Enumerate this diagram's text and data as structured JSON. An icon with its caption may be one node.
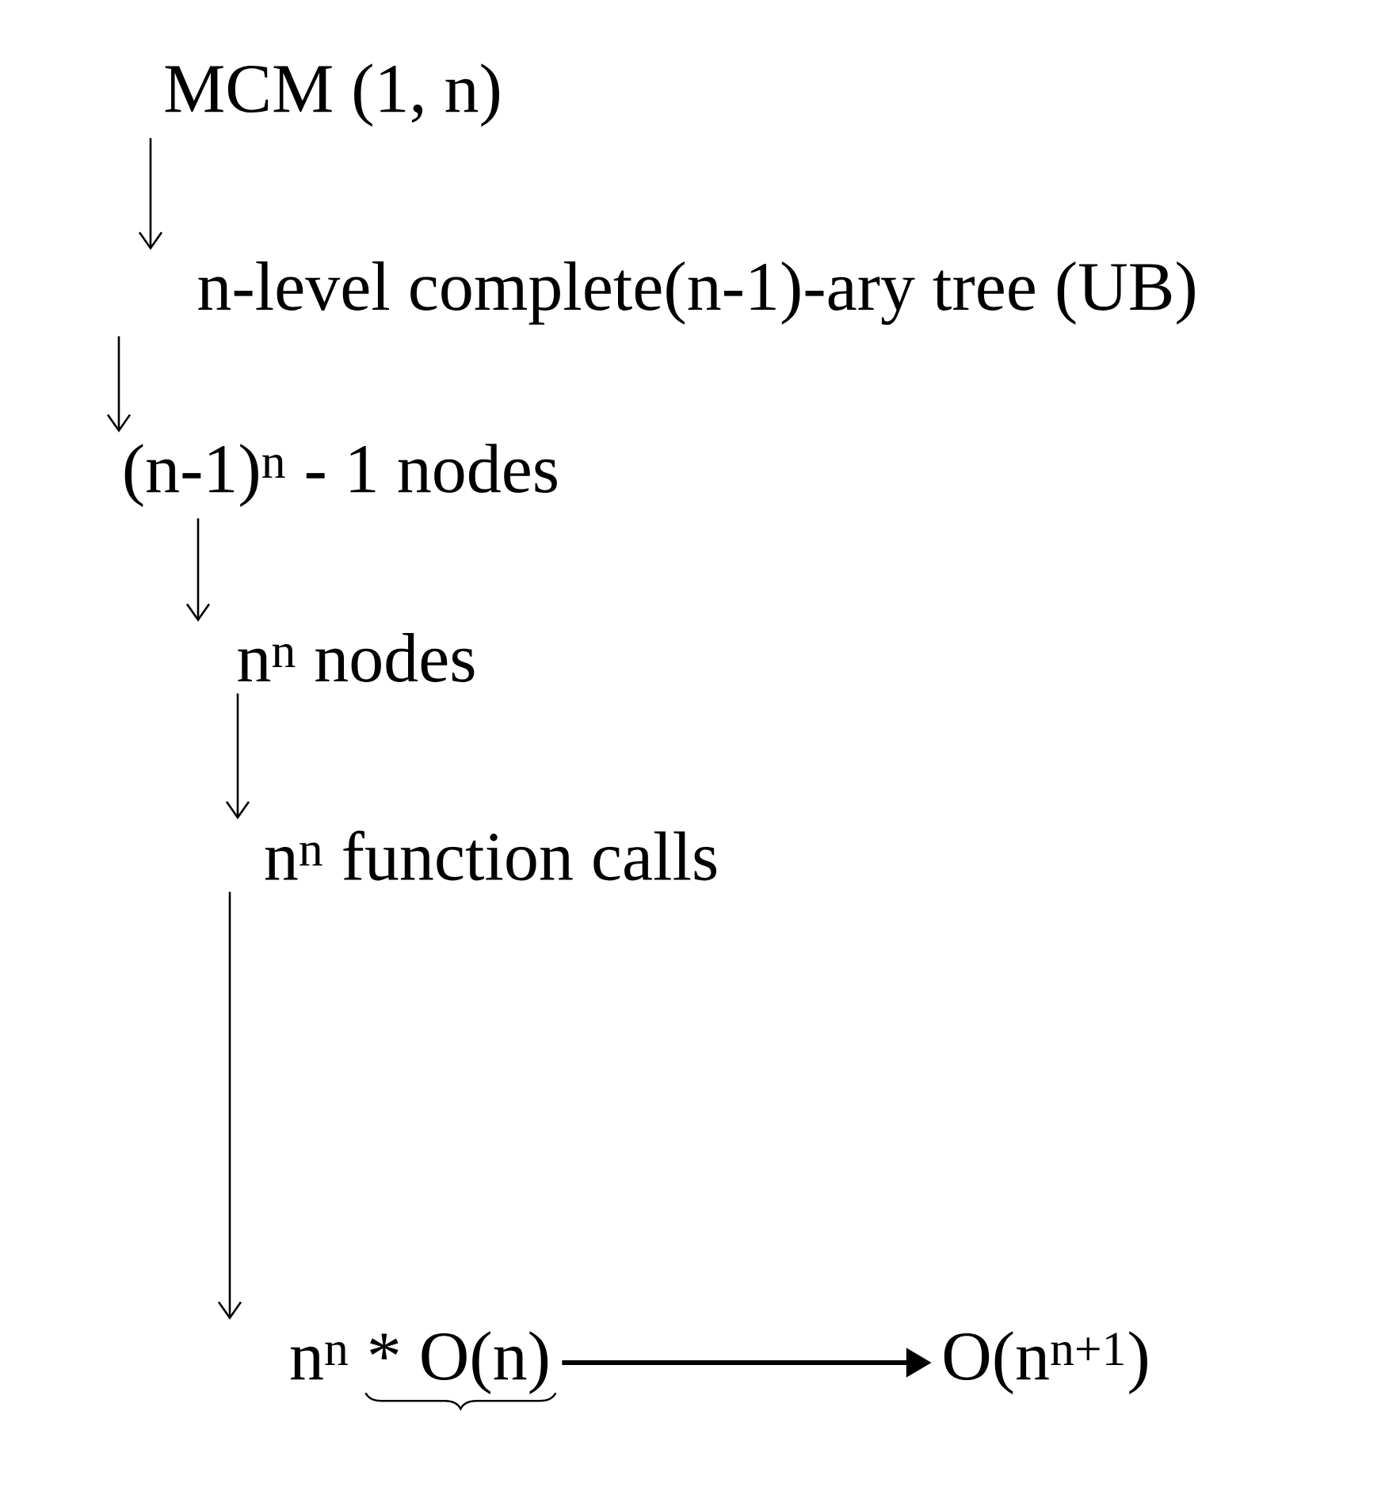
{
  "diagram": {
    "nodes": [
      {
        "text": [
          "MCM (1, n)"
        ]
      },
      {
        "text": [
          "n-level complete(n-1)-ary tree (UB)"
        ]
      },
      {
        "text": [
          "(n-1)$^{n}$ - 1 nodes"
        ]
      },
      {
        "text": [
          "n$^{n}$ nodes"
        ]
      },
      {
        "text": [
          "n$^{n}$ function calls"
        ]
      },
      {
        "text": [
          "n$^{n}$ * O(n)"
        ]
      },
      {
        "text": [
          "O(n$^{n+1}$)"
        ]
      }
    ],
    "edges": [
      {
        "from": 0,
        "to": 1,
        "arrow": "to"
      },
      {
        "from": 1,
        "to": 2,
        "arrow": "to"
      },
      {
        "from": 2,
        "to": 3,
        "arrow": "to"
      },
      {
        "from": 3,
        "to": 4,
        "arrow": "to"
      },
      {
        "from": 4,
        "to": 5,
        "arrow": "to"
      },
      {
        "from": 5,
        "to": 6,
        "arrow": "to",
        "style": "thick"
      }
    ]
  }
}
